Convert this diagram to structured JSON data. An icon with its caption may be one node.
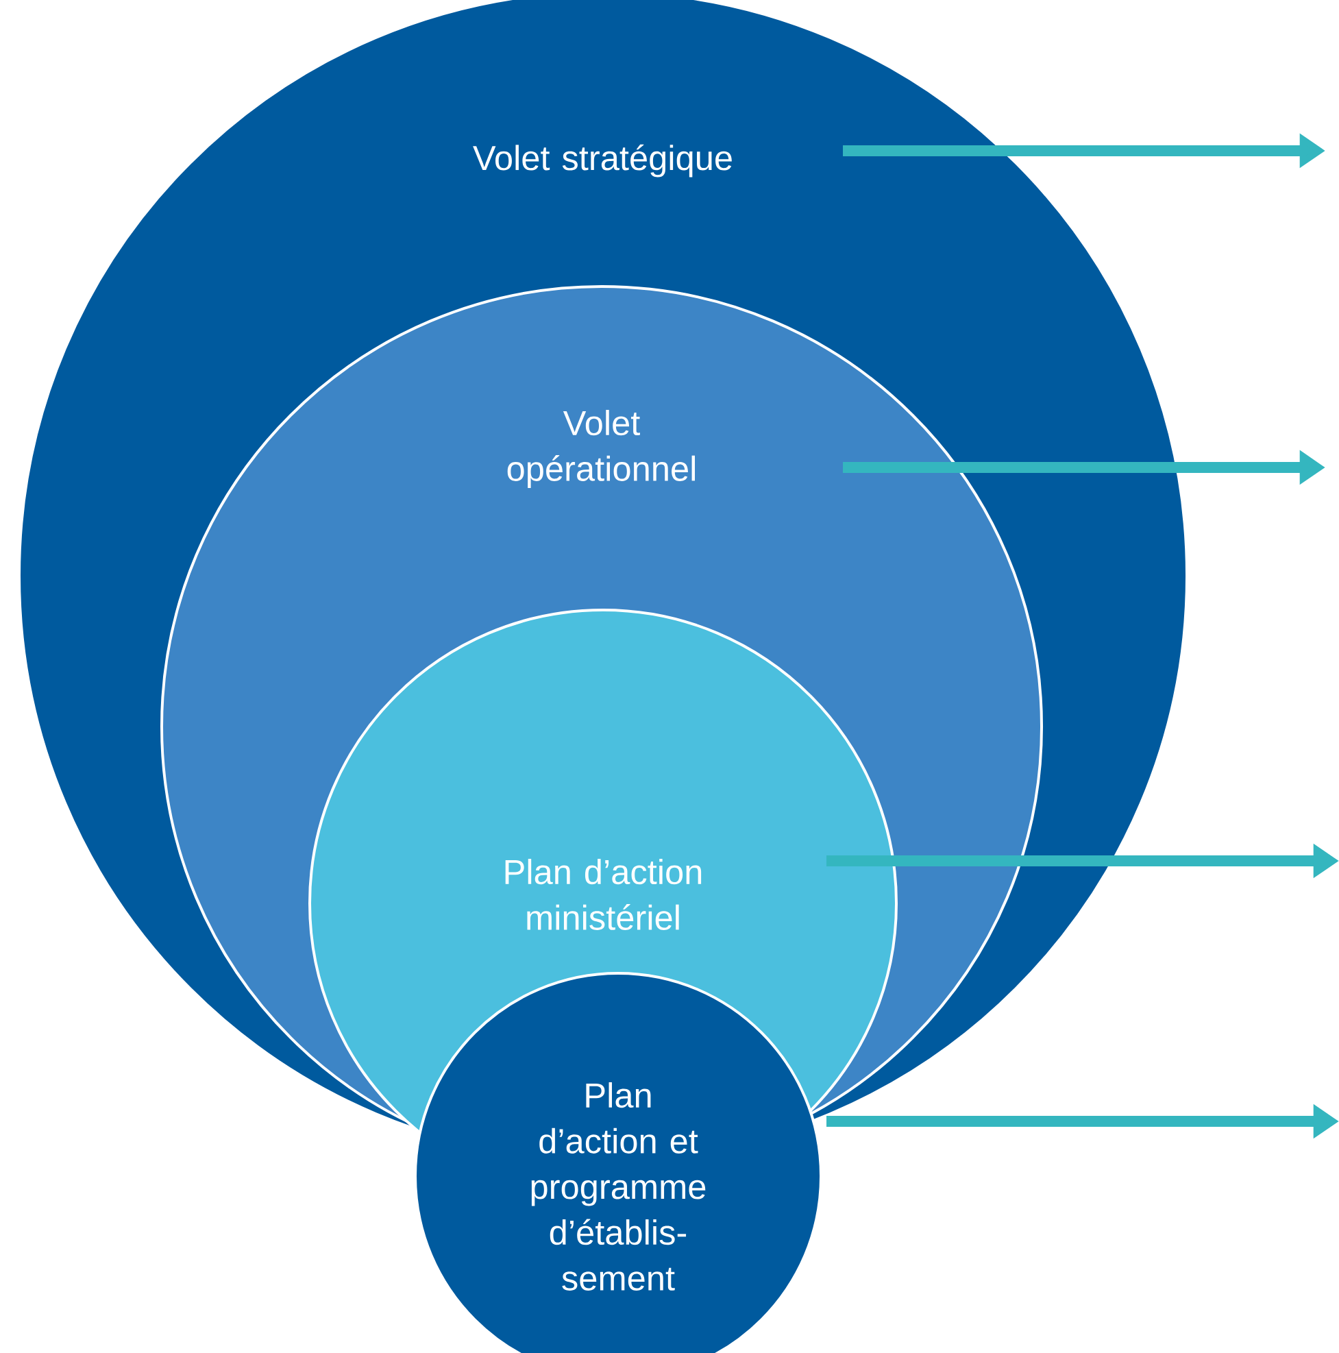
{
  "diagram": {
    "nodes": [
      {
        "text": [
          "Volet stratégique"
        ]
      },
      {
        "text": [
          "Volet opérationnel"
        ],
        "in": 0
      },
      {
        "text": [
          "Plan d’action ministériel"
        ],
        "in": 1
      },
      {
        "text": [
          "Plan d’action et programme d’établis- sement"
        ]
      }
    ],
    "edges": [
      {
        "from": 0,
        "to": null,
        "arrow": "to"
      },
      {
        "from": 1,
        "to": null,
        "arrow": "to"
      },
      {
        "from": 2,
        "to": null,
        "arrow": "to"
      },
      {
        "from": 3,
        "to": null,
        "arrow": "to"
      }
    ]
  }
}
